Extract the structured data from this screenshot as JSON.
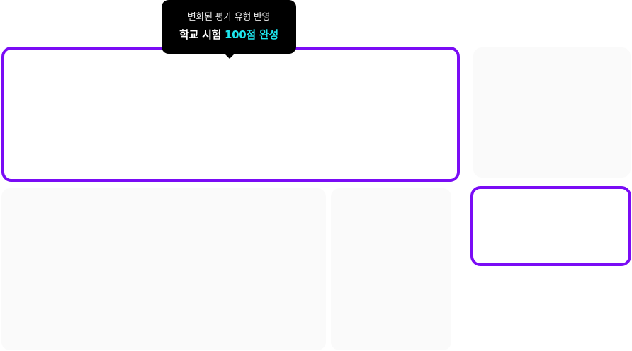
{
  "tooltip": {
    "line1": "변화된 평가 유형 반영",
    "line2_prefix": "학교 시험 ",
    "line2_highlight": "100점 완성"
  },
  "colors": {
    "accent_purple": "#7a0cf5",
    "highlight_cyan": "#1ee6ee",
    "tooltip_bg": "#000000",
    "card_gray": "#fafafa"
  }
}
